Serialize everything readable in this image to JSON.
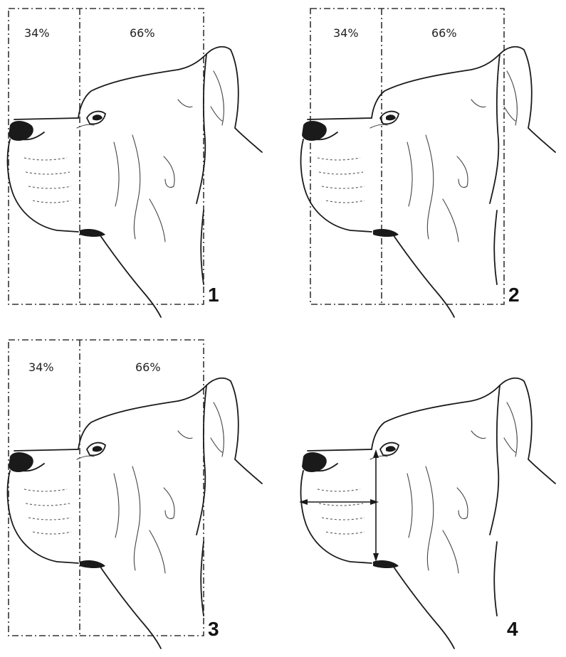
{
  "panels": [
    {
      "number": "1",
      "left_pct": "34%",
      "right_pct": "66%"
    },
    {
      "number": "2",
      "left_pct": "34%",
      "right_pct": "66%"
    },
    {
      "number": "3",
      "left_pct": "34%",
      "right_pct": "66%"
    },
    {
      "number": "4"
    }
  ]
}
